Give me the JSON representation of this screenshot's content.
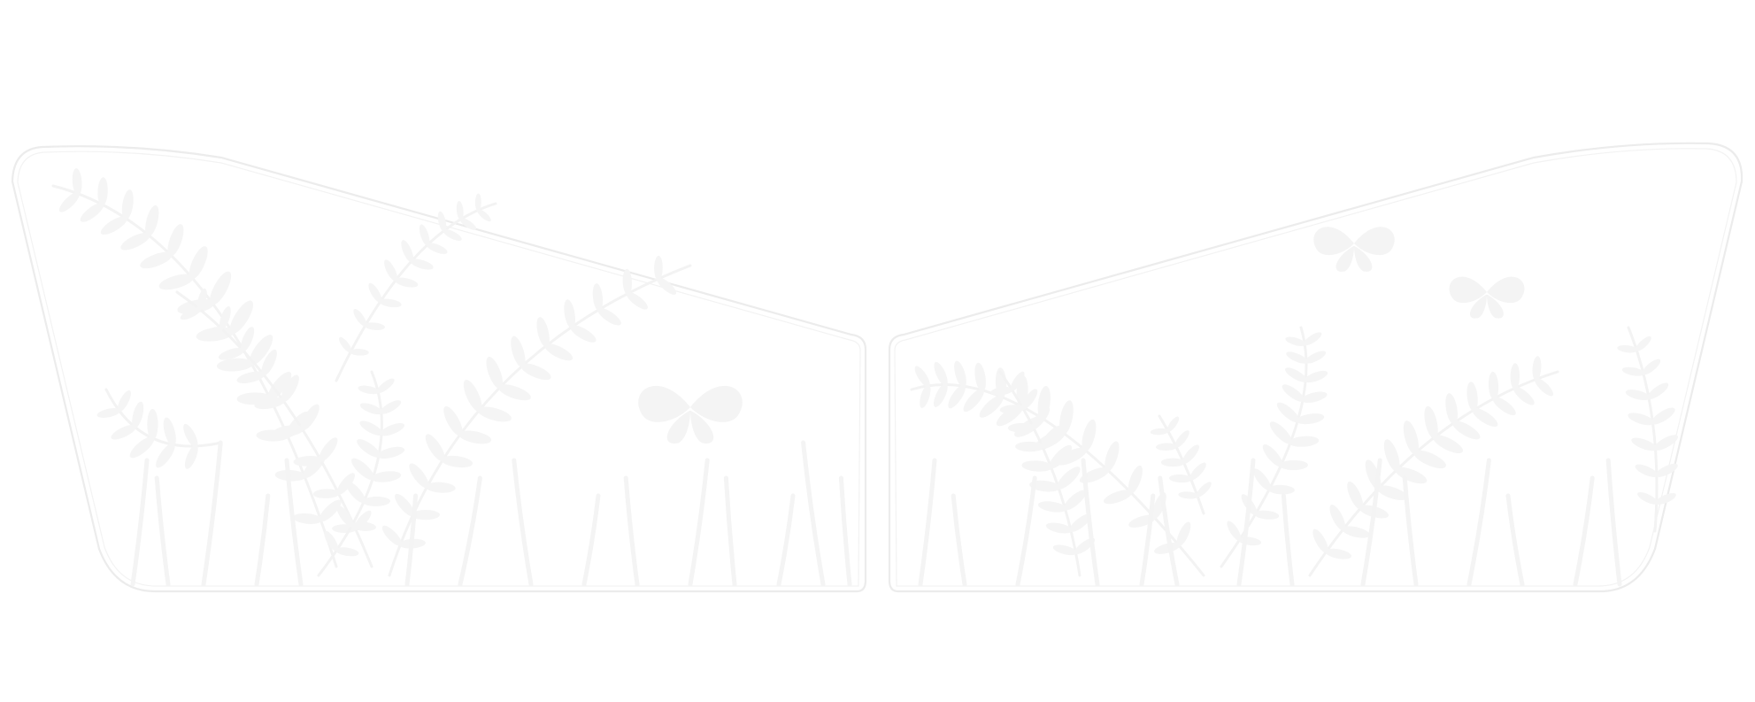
{
  "scene": {
    "background_color": "#ffffff",
    "outline_color": "#ececec",
    "motif_color": "#f5f5f5",
    "panels": [
      {
        "name": "left-panel",
        "motif": "fern-fronds-and-grass",
        "has_butterfly": true
      },
      {
        "name": "right-panel",
        "motif": "fern-fronds-and-grass",
        "has_butterfly": true
      }
    ]
  }
}
